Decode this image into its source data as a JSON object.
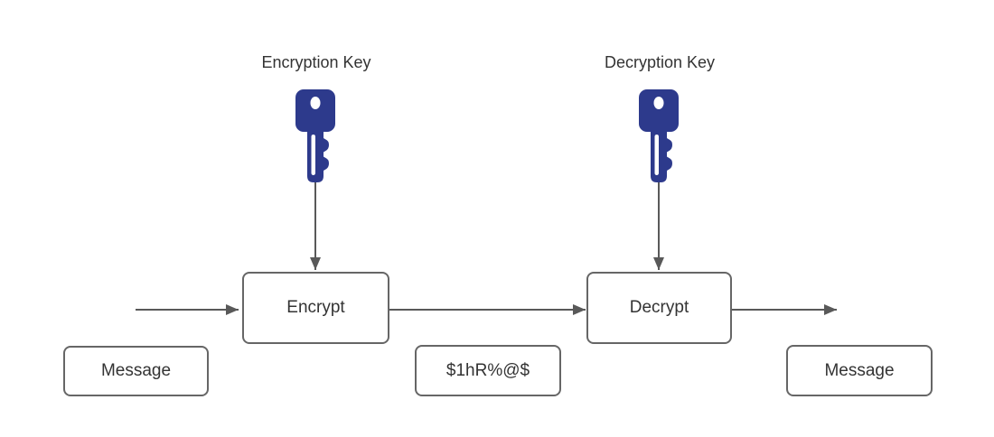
{
  "diagram": {
    "type": "symmetric-encryption-flow",
    "background": "#ffffff",
    "key_labels": [
      {
        "id": "encryption-key",
        "label": "Encryption Key"
      },
      {
        "id": "decryption-key",
        "label": "Decryption Key"
      }
    ],
    "icons": [
      {
        "id": "encryption-key-icon",
        "glyph": "key"
      },
      {
        "id": "decryption-key-icon",
        "glyph": "key"
      }
    ],
    "process_nodes": [
      {
        "id": "encrypt",
        "label": "Encrypt"
      },
      {
        "id": "decrypt",
        "label": "Decrypt"
      }
    ],
    "data_nodes": [
      {
        "id": "message-in",
        "label": "Message"
      },
      {
        "id": "ciphertext",
        "label": "$1hR%@$"
      },
      {
        "id": "message-out",
        "label": "Message"
      }
    ],
    "arrows": [
      {
        "from": "plaintext-input",
        "to": "encrypt",
        "direction": "right"
      },
      {
        "from": "encrypt",
        "to": "decrypt",
        "direction": "right"
      },
      {
        "from": "decrypt",
        "to": "plaintext-output",
        "direction": "right"
      },
      {
        "from": "encryption-key-icon",
        "to": "encrypt",
        "direction": "down"
      },
      {
        "from": "decryption-key-icon",
        "to": "decrypt",
        "direction": "down"
      }
    ],
    "colors": {
      "key_fill": "#2d3a8c",
      "line": "#595959",
      "box_border": "#666666",
      "text": "#333333",
      "background": "#ffffff"
    }
  }
}
